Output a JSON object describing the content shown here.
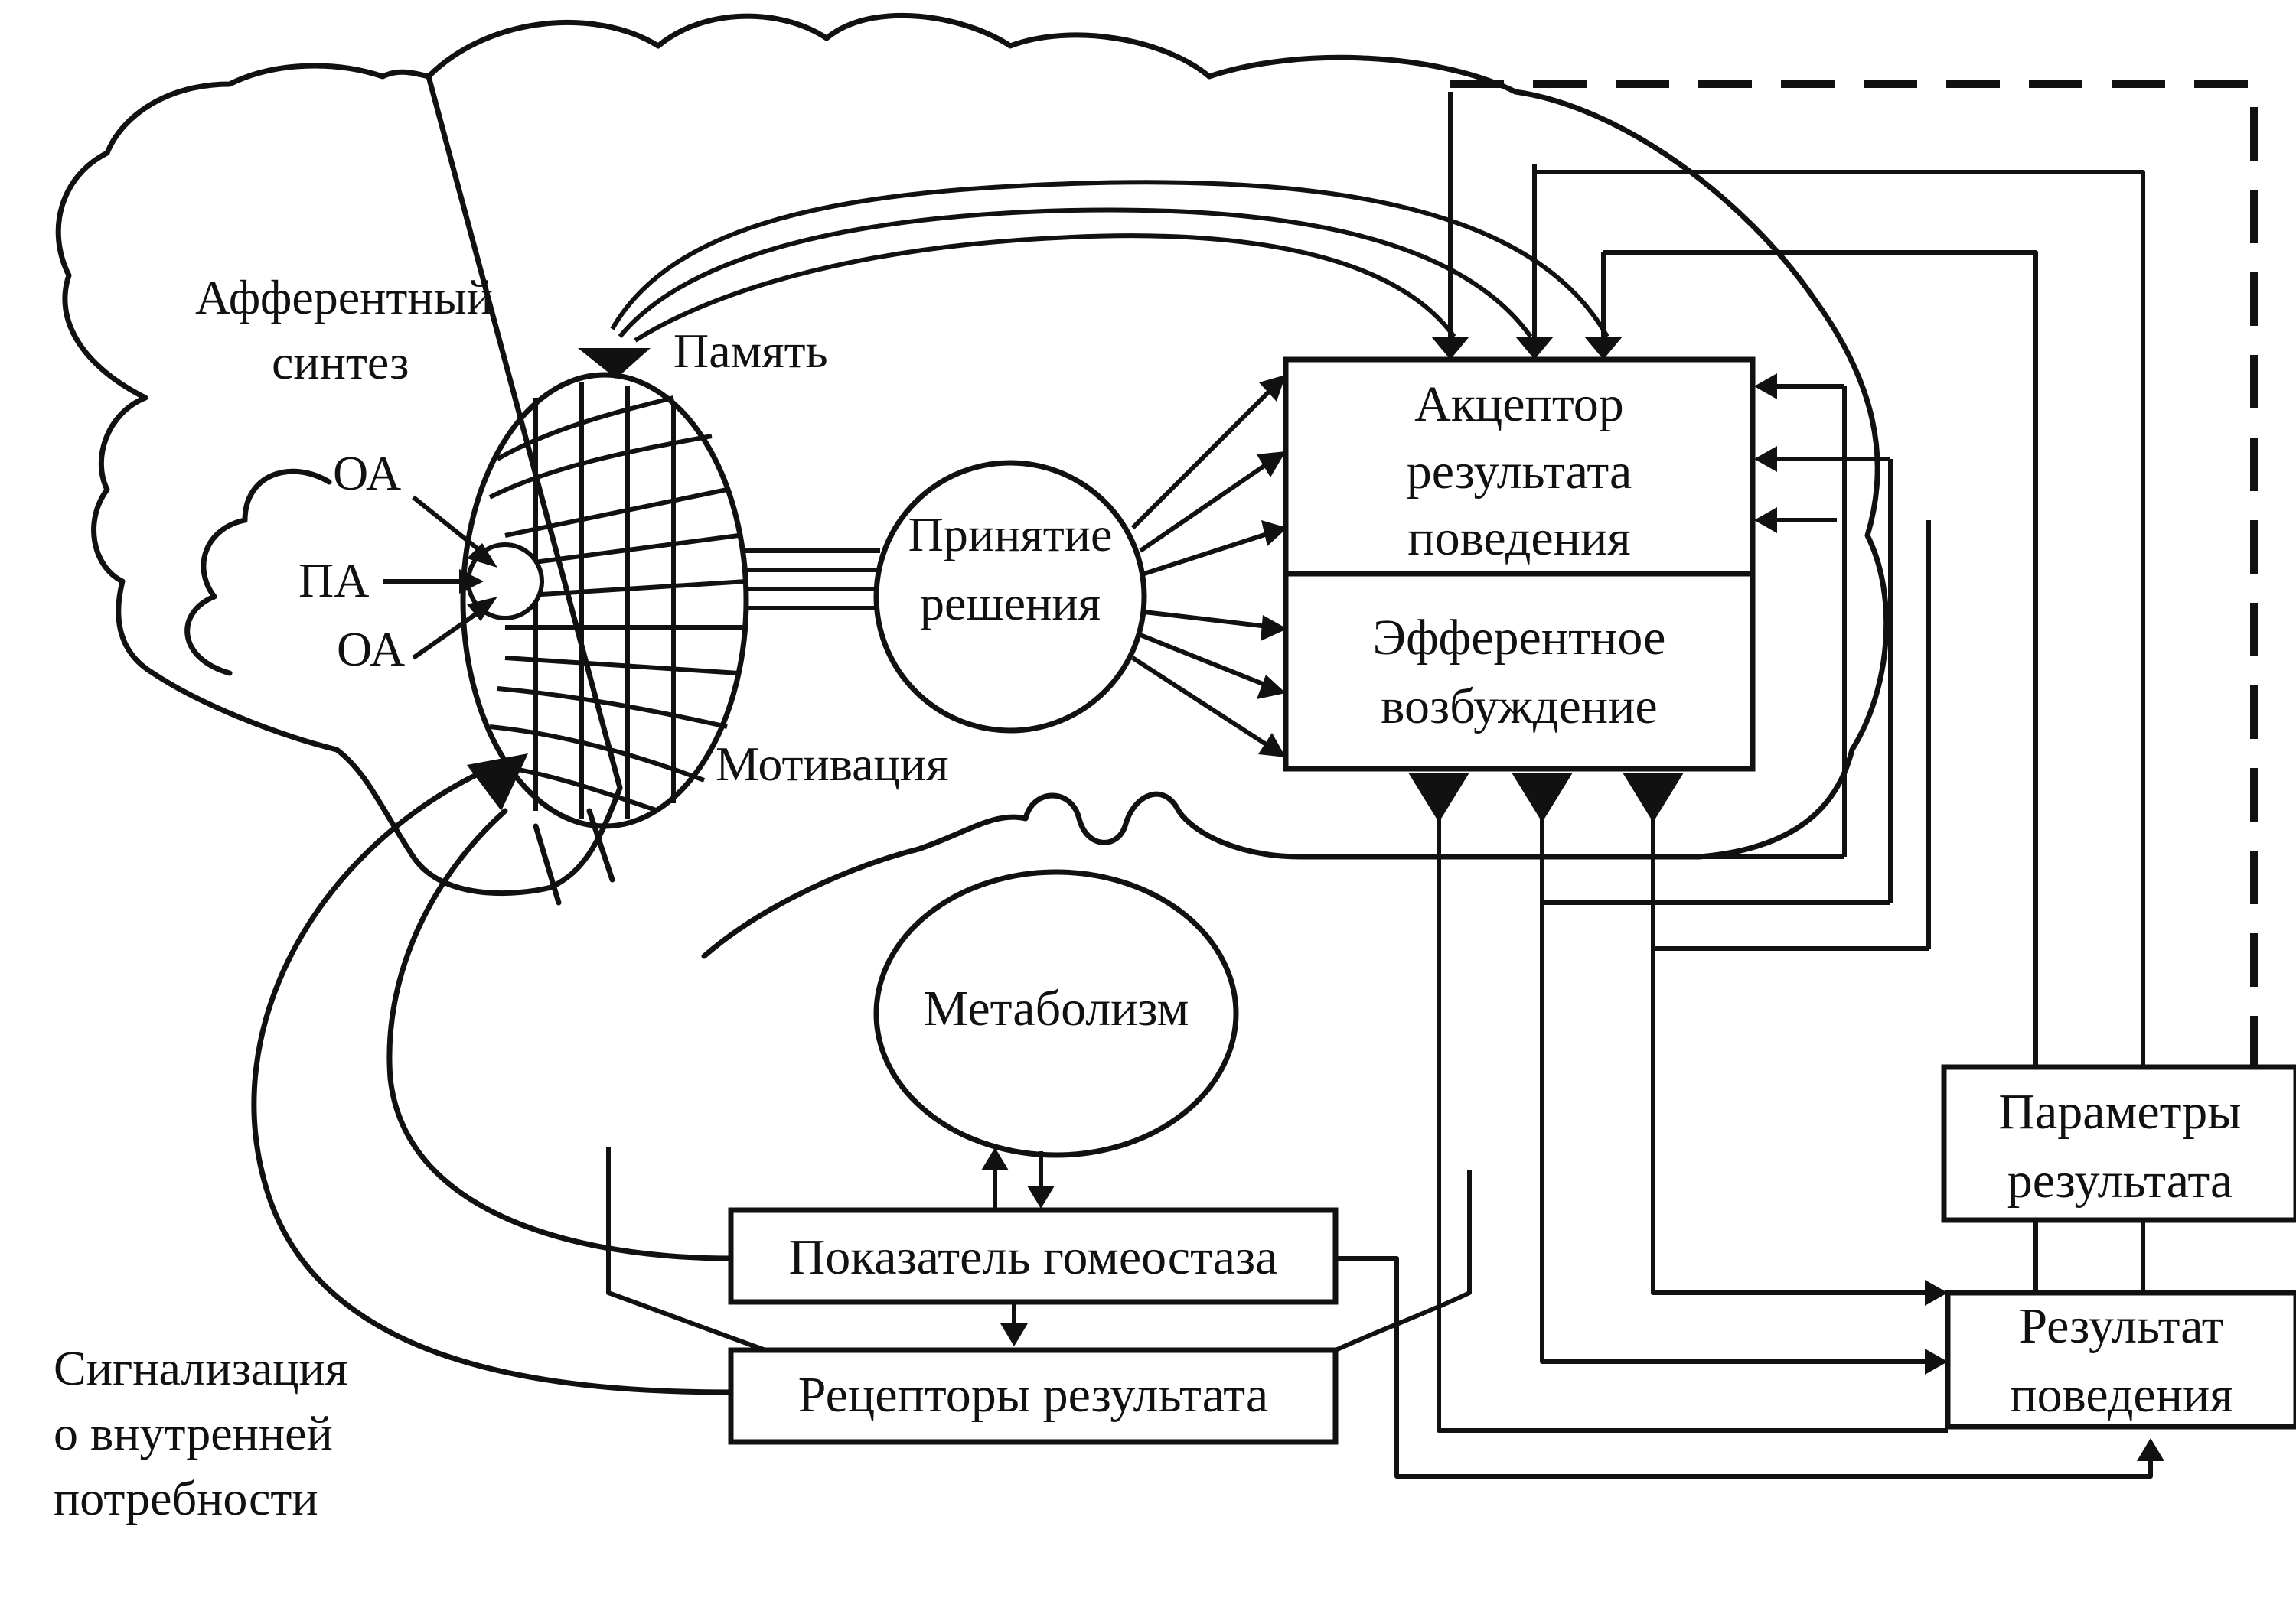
{
  "labels": {
    "afferent_synthesis_line1": "Афферентный",
    "afferent_synthesis_line2": "синтез",
    "memory": "Память",
    "oa_top": "ОА",
    "pa": "ПА",
    "oa_bottom": "ОА",
    "motivation": "Мотивация",
    "decision_line1": "Принятие",
    "decision_line2": "решения",
    "acceptor_line1": "Акцептор",
    "acceptor_line2": "результата",
    "acceptor_line3": "поведения",
    "efferent_line1": "Эфферентное",
    "efferent_line2": "возбуждение",
    "metabolism": "Метаболизм",
    "homeostasis": "Показатель гомеостаза",
    "receptors": "Рецепторы результата",
    "result_params_line1": "Параметры",
    "result_params_line2": "результата",
    "result_line1": "Результат",
    "result_line2": "поведения",
    "signal_line1": "Сигнализация",
    "signal_line2": "о внутренней",
    "signal_line3": "потребности"
  },
  "colors": {
    "ink": "#111111",
    "paper": "#ffffff"
  }
}
